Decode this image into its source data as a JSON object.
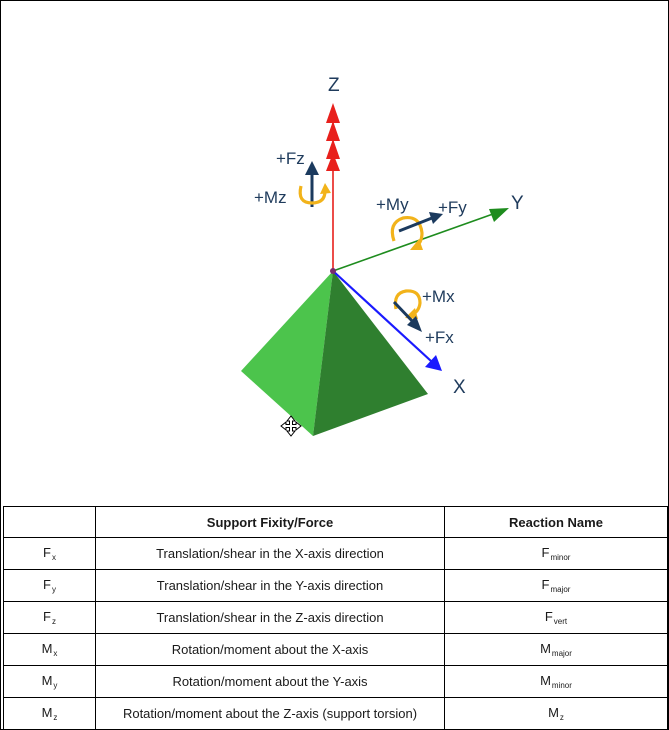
{
  "diagram": {
    "axes": {
      "z": "Z",
      "y": "Y",
      "x": "X"
    },
    "forces": {
      "fz": "+Fz",
      "mz": "+Mz",
      "my": "+My",
      "fy": "+Fy",
      "mx": "+Mx",
      "fx": "+Fx"
    },
    "colors": {
      "z_axis": "#e8201c",
      "y_axis": "#1e8c1e",
      "x_axis": "#1a1aff",
      "force_arrow": "#1b3a5e",
      "moment_arrow": "#f2b31a",
      "pyramid_light": "#4cc44c",
      "pyramid_dark": "#2f7f2f",
      "label_text": "#1f3b5c"
    },
    "icons": {
      "cursor": "move-cursor-icon"
    }
  },
  "table": {
    "headers": [
      "",
      "Support Fixity/Force",
      "Reaction Name"
    ],
    "rows": [
      {
        "symbol": {
          "base": "F",
          "sub": "x"
        },
        "description": "Translation/shear in the X-axis direction",
        "reaction": {
          "base": "F",
          "sub": "minor"
        }
      },
      {
        "symbol": {
          "base": "F",
          "sub": "y"
        },
        "description": "Translation/shear in the Y-axis direction",
        "reaction": {
          "base": "F",
          "sub": "major"
        }
      },
      {
        "symbol": {
          "base": "F",
          "sub": "z"
        },
        "description": "Translation/shear in the Z-axis direction",
        "reaction": {
          "base": "F",
          "sub": "vert"
        }
      },
      {
        "symbol": {
          "base": "M",
          "sub": "x"
        },
        "description": "Rotation/moment about the X-axis",
        "reaction": {
          "base": "M",
          "sub": "major"
        }
      },
      {
        "symbol": {
          "base": "M",
          "sub": "y"
        },
        "description": "Rotation/moment about the Y-axis",
        "reaction": {
          "base": "M",
          "sub": "minor"
        }
      },
      {
        "symbol": {
          "base": "M",
          "sub": "z"
        },
        "description": "Rotation/moment about the Z-axis (support torsion)",
        "reaction": {
          "base": "M",
          "sub": "z"
        }
      }
    ]
  }
}
